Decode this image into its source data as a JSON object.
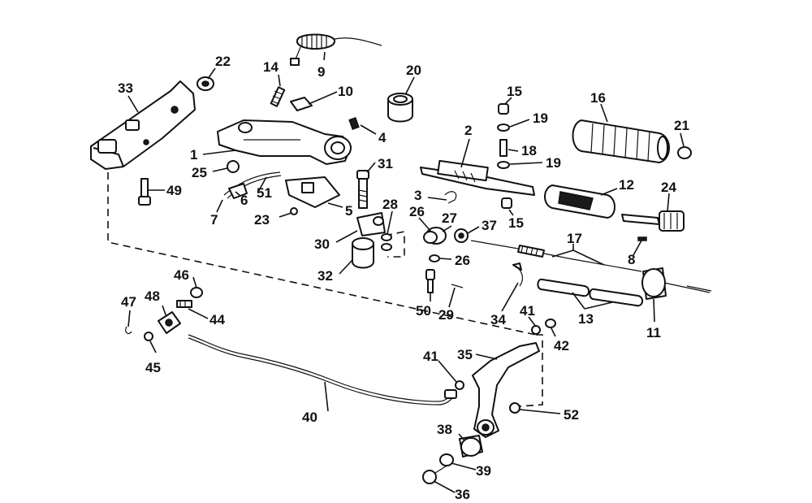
{
  "labels": [
    "1",
    "2",
    "3",
    "4",
    "5",
    "6",
    "7",
    "8",
    "9",
    "10",
    "11",
    "12",
    "13",
    "14",
    "15",
    "15",
    "16",
    "17",
    "18",
    "19",
    "19",
    "20",
    "21",
    "22",
    "23",
    "24",
    "25",
    "26",
    "26",
    "27",
    "28",
    "29",
    "30",
    "31",
    "32",
    "33",
    "34",
    "35",
    "36",
    "37",
    "38",
    "39",
    "40",
    "41",
    "41",
    "42",
    "44",
    "45",
    "46",
    "47",
    "48",
    "49",
    "50",
    "51",
    "52"
  ],
  "colors": {
    "ink": "#111111",
    "paper": "#ffffff"
  }
}
